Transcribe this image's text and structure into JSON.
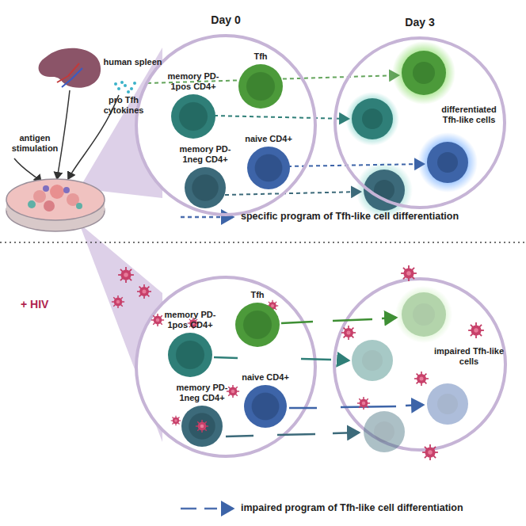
{
  "diagram": {
    "nodes": [
      {
        "text": [
          "Day 0"
        ]
      },
      {
        "text": [
          "memory PD-1pos CD4+"
        ],
        "in": 0
      },
      {
        "text": [
          "Tfh"
        ],
        "in": 0
      },
      {
        "text": [
          "naive CD4+"
        ],
        "in": 0
      },
      {
        "text": [
          "memory PD-1neg CD4+"
        ],
        "in": 0
      },
      {
        "text": [
          "Day 3"
        ]
      },
      {
        "text": [
          "memory PD-1pos CD4+"
        ]
      },
      {
        "text": [
          "Tfh"
        ]
      },
      {
        "text": [
          "naive CD4+"
        ]
      },
      {
        "text": [
          "memory PD-1neg CD4+"
        ]
      }
    ],
    "labels": [
      "human spleen",
      "pro Tfh cytokines",
      "antigen stimulation",
      "differentiated Tfh-like cells",
      "+ HIV",
      "impaired Tfh-like cells"
    ],
    "legend": [
      {
        "text": "specific program of Tfh-like cell differentiation"
      },
      {
        "text": "impaired program of Tfh-like cell differentiation"
      }
    ]
  }
}
